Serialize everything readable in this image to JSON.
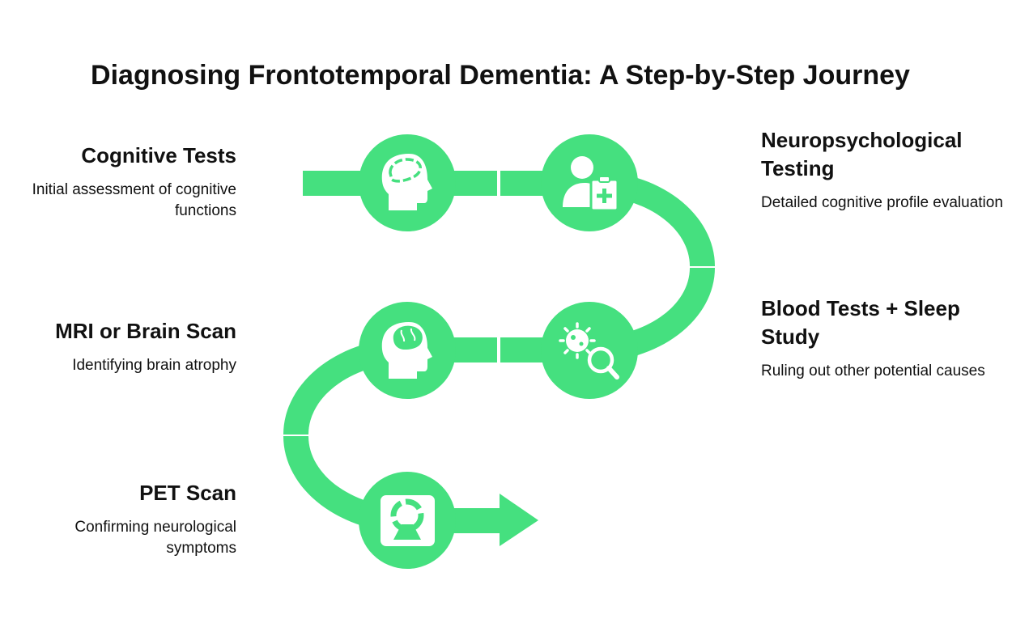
{
  "title": "Diagnosing Frontotemporal Dementia: A Step-by-Step Journey",
  "colors": {
    "accent": "#45e07f",
    "text": "#111111",
    "background": "#ffffff"
  },
  "steps": [
    {
      "title": "Cognitive Tests",
      "description": "Initial assessment of cognitive functions",
      "icon": "brain-outline-head-icon"
    },
    {
      "title": "Neuropsychological Testing",
      "description": "Detailed cognitive profile evaluation",
      "icon": "person-clipboard-icon"
    },
    {
      "title": "Blood Tests + Sleep Study",
      "description": "Ruling out other potential causes",
      "icon": "virus-magnifier-icon"
    },
    {
      "title": "MRI or Brain Scan",
      "description": "Identifying brain atrophy",
      "icon": "brain-head-icon"
    },
    {
      "title": "PET Scan",
      "description": "Confirming neurological symptoms",
      "icon": "scanner-icon"
    }
  ]
}
